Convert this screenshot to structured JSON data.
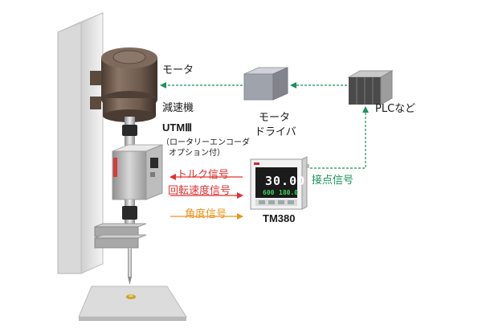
{
  "labels": {
    "motor": "モータ",
    "reducer": "減速機",
    "motor_driver_line1": "モータ",
    "motor_driver_line2": "ドライバ",
    "plc": "PLCなど",
    "sensor_model": "UTMⅢ",
    "sensor_note_line1": "（ロータリーエンコーダ",
    "sensor_note_line2": "オプション付）",
    "torque_signal": "トルク信号",
    "rotation_signal": "回転速度信号",
    "angle_signal": "角度信号",
    "contact_signal": "接点信号",
    "meter_model": "TM380"
  },
  "display": {
    "main_value": "30.00",
    "sub_value_1": "600",
    "sub_value_2": "180.0"
  },
  "colors": {
    "torque_arrow": "#e0322e",
    "rotation_arrow": "#e0322e",
    "angle_arrow": "#e8951e",
    "control_lines": "#18935a"
  }
}
